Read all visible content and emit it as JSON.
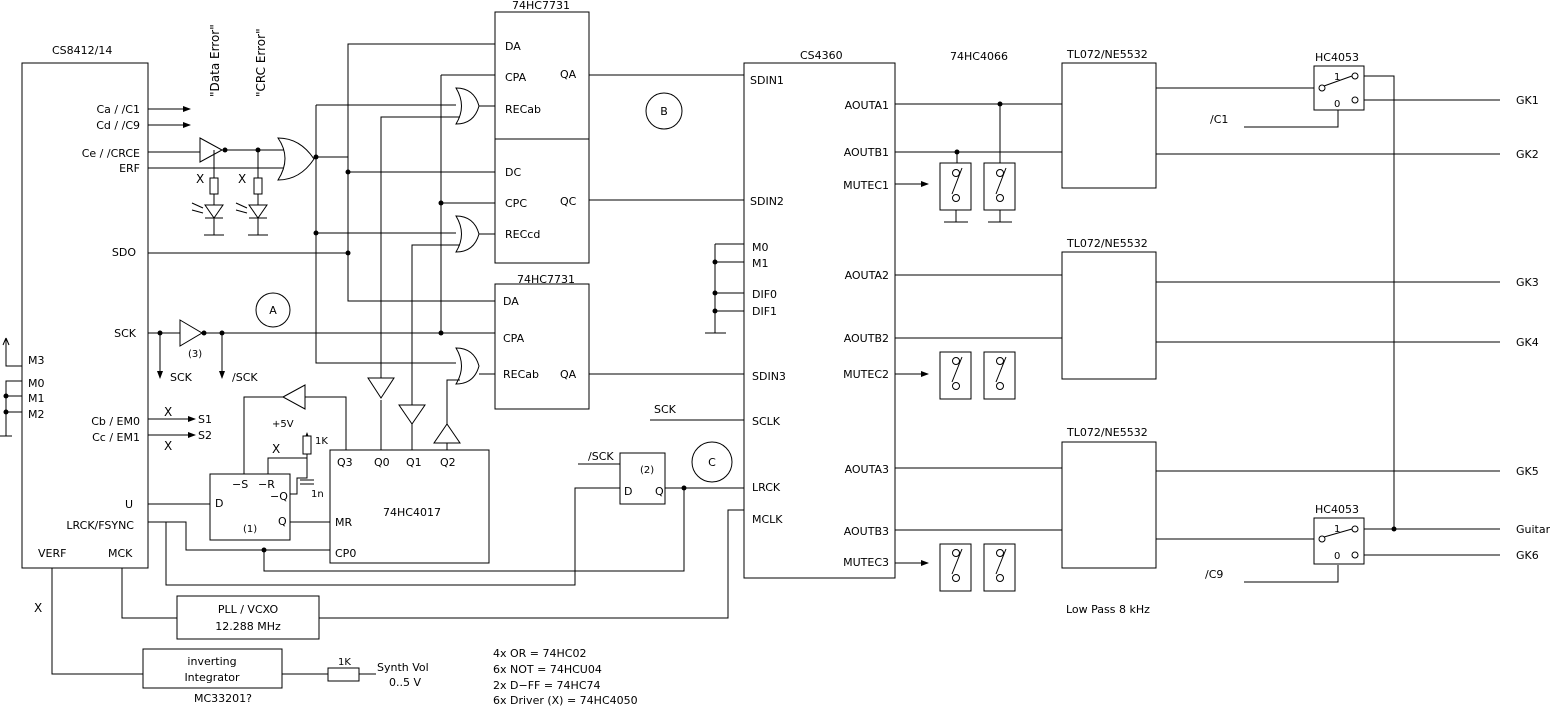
{
  "chips": {
    "cs8412": {
      "title": "CS8412/14",
      "pins_right": {
        "ca": "Ca / /C1",
        "cd": "Cd / /C9",
        "ce": "Ce / /CRCE",
        "erf": "ERF",
        "sdo": "SDO",
        "sck": "SCK",
        "cb": "Cb / EM0",
        "cc": "Cc / EM1",
        "u": "U",
        "lrck": "LRCK/FSYNC"
      },
      "pins_left": {
        "m3": "M3",
        "m0": "M0",
        "m1": "M1",
        "m2": "M2"
      },
      "pins_bottom": {
        "verf": "VERF",
        "mck": "MCK"
      }
    },
    "hc7731_top": {
      "title": "74HC7731",
      "pins": {
        "da": "DA",
        "cpa": "CPA",
        "recab": "RECab",
        "qa": "QA",
        "dc": "DC",
        "cpc": "CPC",
        "qc": "QC",
        "reccd": "RECcd"
      }
    },
    "hc7731_bottom": {
      "title": "74HC7731",
      "pins": {
        "da": "DA",
        "cpa": "CPA",
        "recab": "RECab",
        "qa": "QA"
      }
    },
    "cs4360": {
      "title": "CS4360",
      "pins_left": {
        "sdin1": "SDIN1",
        "sdin2": "SDIN2",
        "m0": "M0",
        "m1": "M1",
        "dif0": "DIF0",
        "dif1": "DIF1",
        "sdin3": "SDIN3",
        "sclk": "SCLK",
        "lrck": "LRCK",
        "mclk": "MCLK"
      },
      "pins_right": {
        "aouta1": "AOUTA1",
        "aoutb1": "AOUTB1",
        "mutec1": "MUTEC1",
        "aouta2": "AOUTA2",
        "aoutb2": "AOUTB2",
        "mutec2": "MUTEC2",
        "aouta3": "AOUTA3",
        "aoutb3": "AOUTB3",
        "mutec3": "MUTEC3"
      }
    },
    "hc4017": {
      "title": "74HC4017",
      "pins": {
        "q3": "Q3",
        "q0": "Q0",
        "q1": "Q1",
        "q2": "Q2",
        "mr": "MR",
        "cp0": "CP0"
      }
    },
    "dff1": {
      "label": "(1)",
      "pins": {
        "s": "−S",
        "r": "−R",
        "nq": "−Q",
        "d": "D",
        "q": "Q"
      }
    },
    "dff2": {
      "label": "(2)",
      "pins": {
        "d": "D",
        "q": "Q"
      }
    },
    "pll": {
      "line1": "PLL / VCXO",
      "line2": "12.288 MHz"
    },
    "integrator": {
      "line1": "inverting",
      "line2": "Integrator",
      "part": "MC33201?"
    },
    "switch_chip": "74HC4066",
    "opamps": [
      "TL072/NE5532",
      "TL072/NE5532",
      "TL072/NE5532"
    ],
    "mux_top": {
      "title": "HC4053",
      "one": "1",
      "zero": "0"
    },
    "mux_bottom": {
      "title": "HC4053",
      "one": "1",
      "zero": "0"
    }
  },
  "labels": {
    "data_error": "\"Data Error\"",
    "crc_error": "\"CRC Error\"",
    "x": "X",
    "buffer3": "(3)",
    "sck_out": "SCK",
    "nsck_out": "/SCK",
    "s1": "S1",
    "s2": "S2",
    "plus5v": "+5V",
    "r1k": "1K",
    "c1n": "1n",
    "sck_in": "SCK",
    "nsck_in": "/SCK",
    "c1_ctrl": "/C1",
    "c9_ctrl": "/C9",
    "low_pass": "Low Pass 8 kHz",
    "synth_r": "1K",
    "synth_vol": "Synth Vol",
    "synth_range": "0..5 V"
  },
  "nodes": {
    "a": "A",
    "b": "B",
    "c": "C"
  },
  "outputs": [
    "GK1",
    "GK2",
    "GK3",
    "GK4",
    "GK5",
    "Guitar",
    "GK6"
  ],
  "notes": [
    "4x OR = 74HC02",
    "6x NOT = 74HCU04",
    "2x D−FF = 74HC74",
    "6x Driver (X) = 74HC4050"
  ]
}
